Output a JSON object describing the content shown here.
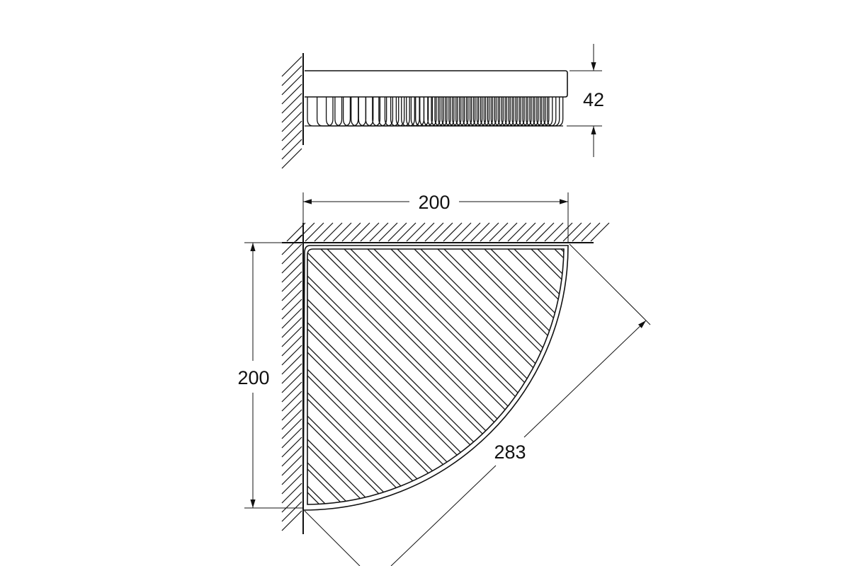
{
  "drawing": {
    "side_view": {
      "height_label": "42"
    },
    "plan_view": {
      "width_label": "200",
      "depth_label": "200",
      "diagonal_label": "283"
    }
  },
  "colors": {
    "line": "#111111",
    "background": "#ffffff"
  }
}
